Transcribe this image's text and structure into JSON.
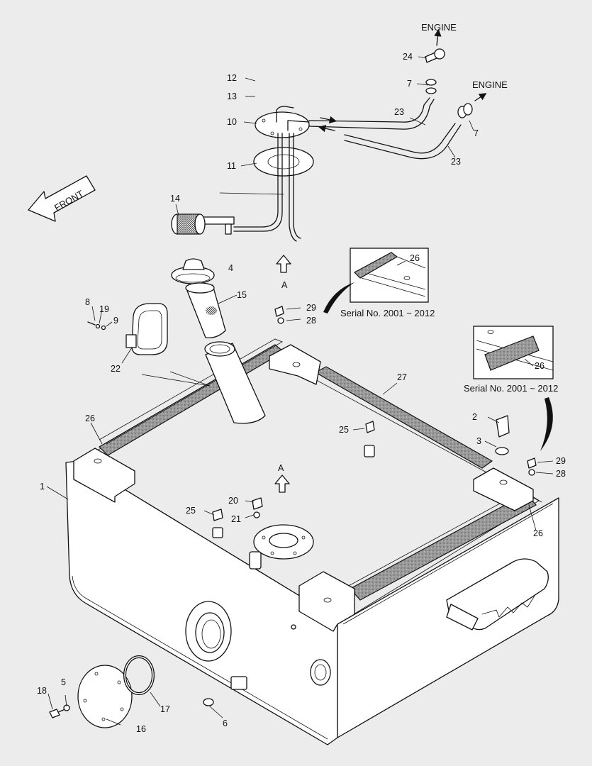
{
  "diagram": {
    "engine_labels": [
      "ENGINE",
      "ENGINE"
    ],
    "front_label": "FRONT",
    "view_labels": [
      "A",
      "A"
    ],
    "serial_labels": [
      "Serial No. 2001 ~ 2012",
      "Serial No. 2001 ~ 2012"
    ],
    "callouts": {
      "c1": "1",
      "c2": "2",
      "c3": "3",
      "c4": "4",
      "c5": "5",
      "c6": "6",
      "c7a": "7",
      "c7b": "7",
      "c8": "8",
      "c9": "9",
      "c10": "10",
      "c11": "11",
      "c12": "12",
      "c13": "13",
      "c14": "14",
      "c15": "15",
      "c16": "16",
      "c17": "17",
      "c18": "18",
      "c19": "19",
      "c20": "20",
      "c21": "21",
      "c22": "22",
      "c23a": "23",
      "c23b": "23",
      "c24": "24",
      "c25a": "25",
      "c25b": "25",
      "c26a": "26",
      "c26b": "26",
      "c26c": "26",
      "c26d": "26",
      "c27": "27",
      "c28a": "28",
      "c28b": "28",
      "c29a": "29",
      "c29b": "29"
    }
  }
}
